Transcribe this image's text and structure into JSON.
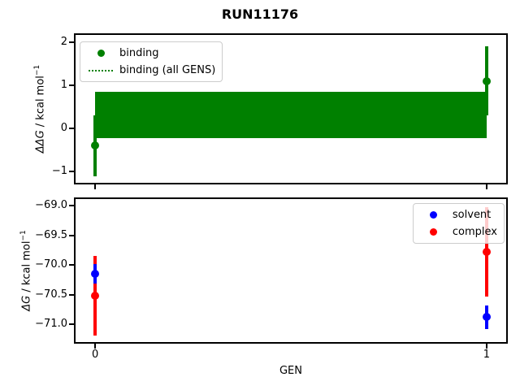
{
  "figure": {
    "title": "RUN11176",
    "background": "#ffffff"
  },
  "chart_data": [
    {
      "type": "scatter",
      "name": "binding-free-energy-panel",
      "ylabel": {
        "math": "ΔΔG",
        "units": " / kcal mol",
        "sup": "−1"
      },
      "xlim": [
        -0.05,
        1.05
      ],
      "ylim": [
        -1.26,
        2.17
      ],
      "yticks": {
        "values": [
          2,
          1,
          0,
          -1
        ],
        "labels": [
          "2",
          "1",
          "0",
          "−1"
        ]
      },
      "xticks": {
        "values": [
          0,
          1
        ],
        "labels": []
      },
      "series": [
        {
          "name": "binding",
          "color": "#008000",
          "marker": "circle",
          "x": [
            0,
            1
          ],
          "y": [
            -0.4,
            1.1
          ],
          "yerr": [
            0.7,
            0.8
          ]
        }
      ],
      "band": {
        "name": "binding (all GENS)",
        "color": "#008000",
        "x": [
          0,
          1
        ],
        "ylow": -0.23,
        "yhigh": 0.86,
        "linestyle": "dotted"
      },
      "legend": {
        "position": "upper-left",
        "items": [
          {
            "label": "binding",
            "glyph": "dot",
            "color": "#008000"
          },
          {
            "label": "binding (all GENS)",
            "glyph": "dotted-line",
            "color": "#008000"
          }
        ]
      }
    },
    {
      "type": "scatter",
      "name": "solvent-complex-panel",
      "xlabel": "GEN",
      "ylabel": {
        "math": "ΔG",
        "units": " / kcal mol",
        "sup": "−1"
      },
      "xlim": [
        -0.05,
        1.05
      ],
      "ylim": [
        -71.3,
        -68.89
      ],
      "yticks": {
        "values": [
          -69.0,
          -69.5,
          -70.0,
          -70.5,
          -71.0
        ],
        "labels": [
          "−69.0",
          "−69.5",
          "−70.0",
          "−70.5",
          "−71.0"
        ]
      },
      "xticks": {
        "values": [
          0,
          1
        ],
        "labels": [
          "0",
          "1"
        ]
      },
      "series": [
        {
          "name": "solvent",
          "color": "#0000ff",
          "marker": "circle",
          "x": [
            0,
            1
          ],
          "y": [
            -70.15,
            -70.88
          ],
          "yerr": [
            0.17,
            0.2
          ]
        },
        {
          "name": "complex",
          "color": "#ff0000",
          "marker": "circle",
          "x": [
            0,
            1
          ],
          "y": [
            -70.52,
            -69.78
          ],
          "yerr": [
            0.67,
            0.75
          ]
        }
      ],
      "legend": {
        "position": "upper-right",
        "items": [
          {
            "label": "solvent",
            "glyph": "dot",
            "color": "#0000ff"
          },
          {
            "label": "complex",
            "glyph": "dot",
            "color": "#ff0000"
          }
        ]
      }
    }
  ]
}
